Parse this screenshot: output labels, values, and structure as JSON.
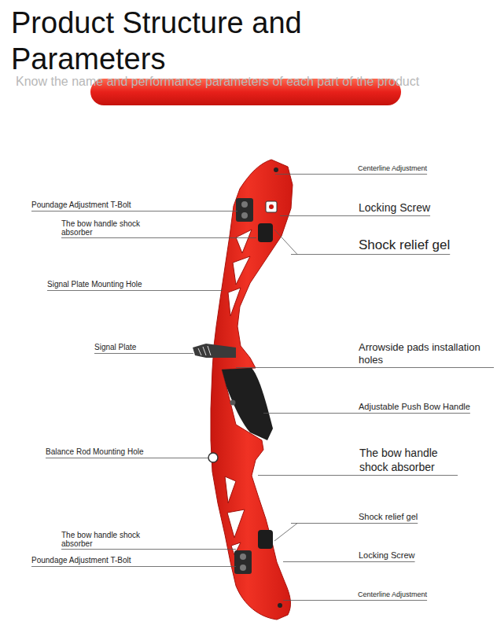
{
  "diagram": {
    "title": "Product Structure and Parameters",
    "labels": [
      "Know the name and performance parameters of each part of the product",
      "Centerline Adjustment",
      "Poundage Adjustment T-Bolt",
      "Locking Screw",
      "The bow handle shock absorber",
      "Shock relief gel",
      "Signal Plate Mounting Hole",
      "Signal Plate",
      "Arrowside pads installation holes",
      "Adjustable Push Bow Handle",
      "The bow handle shock absorber",
      "Balance Rod Mounting Hole",
      "Shock relief gel",
      "The bow handle shock absorber",
      "Locking Screw",
      "Poundage Adjustment T-Bolt",
      "Centerline Adjustment"
    ]
  }
}
